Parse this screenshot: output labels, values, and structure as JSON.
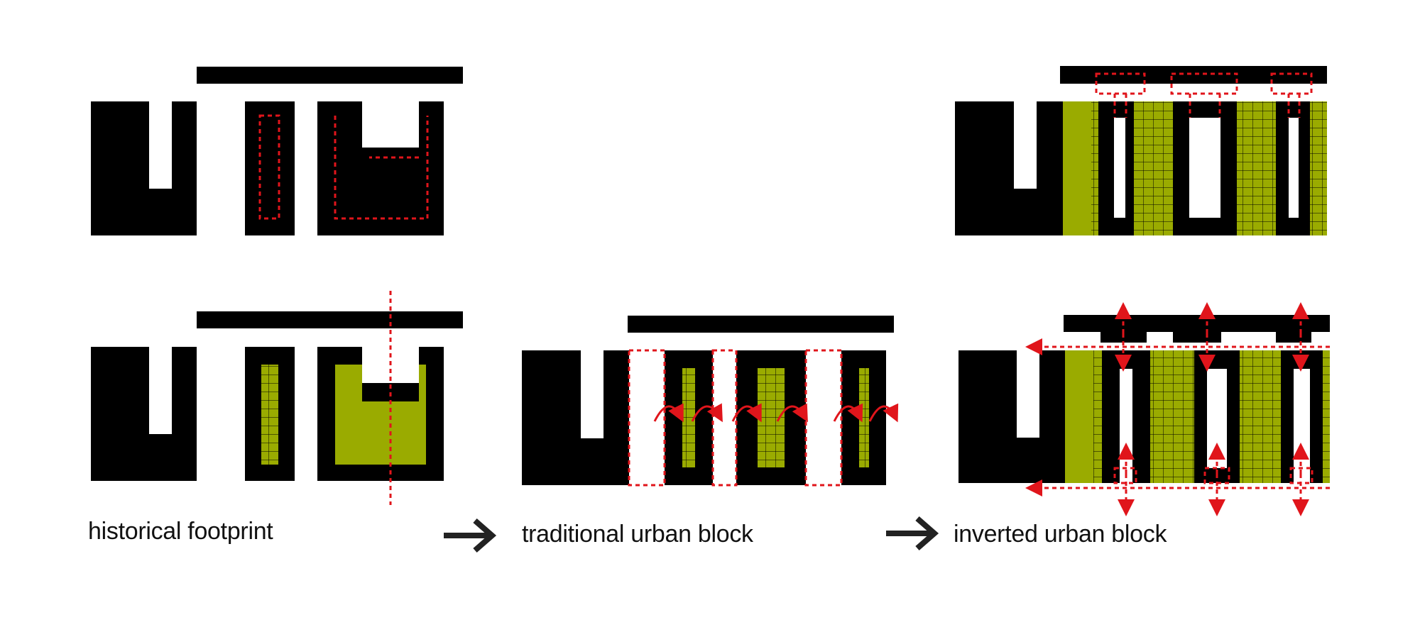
{
  "captions": {
    "historical": "historical footprint",
    "traditional": "traditional urban block",
    "inverted": "inverted urban block"
  },
  "colors": {
    "building": "#000000",
    "green": "#9aab00",
    "dash": "#e0151b",
    "background": "#ffffff"
  },
  "icons": {
    "step_arrow": "arrow-right-icon",
    "flow_arrow": "red-dashed-arrow-icon",
    "curve_arrow": "red-curved-arrow-icon"
  }
}
